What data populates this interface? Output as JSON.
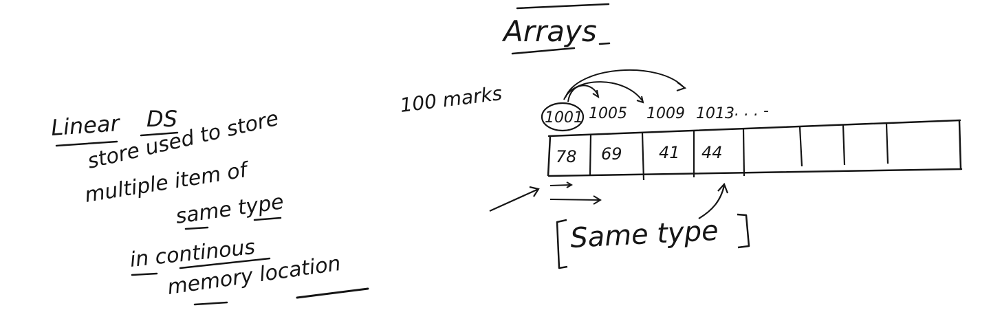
{
  "title": "Arrays",
  "notes": {
    "line1_word1": "Linear",
    "line1_word2": "DS",
    "line2": "store used to store",
    "line3": "multiple item of",
    "line4": "same type",
    "line5": "in continous",
    "line6": "memory location"
  },
  "example": "100 marks",
  "addresses": [
    "1001",
    "1005",
    "1009",
    "1013",
    ". . . -"
  ],
  "cells": [
    "78",
    "69",
    "41",
    "44",
    "",
    "",
    "",
    ""
  ],
  "bracket_label": "Same type",
  "ink_color": "#151515"
}
